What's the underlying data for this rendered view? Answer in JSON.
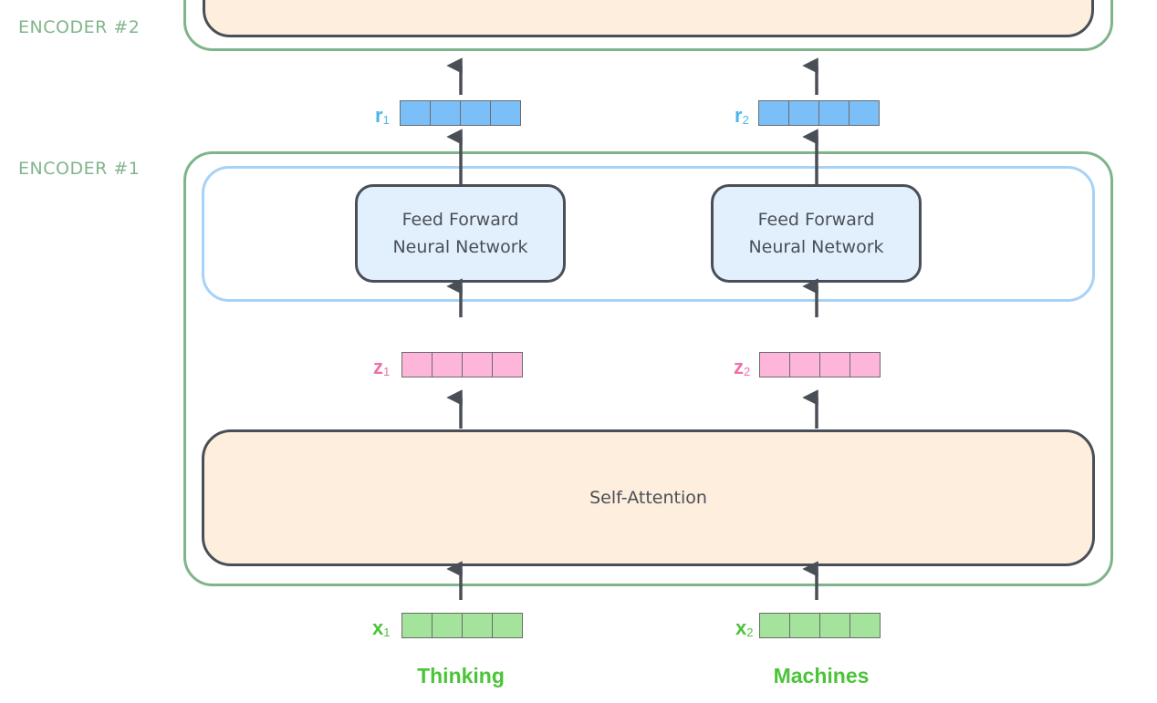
{
  "encoders": [
    {
      "label": "ENCODER #2"
    },
    {
      "label": "ENCODER #1"
    }
  ],
  "ffn_label_line1": "Feed Forward",
  "ffn_label_line2": "Neural Network",
  "self_attention_label": "Self-Attention",
  "vectors": {
    "r": {
      "letter": "r",
      "color": "#4cb6e8",
      "fill": "#7bbff9"
    },
    "z": {
      "letter": "z",
      "color": "#ef6fa8",
      "fill": "#fdb6da"
    },
    "x": {
      "letter": "x",
      "color": "#4cc43a",
      "fill": "#a3e39c"
    }
  },
  "positions": [
    {
      "index": "1",
      "word": "Thinking"
    },
    {
      "index": "2",
      "word": "Machines"
    }
  ],
  "colors": {
    "encoder_border": "#7fb48b",
    "ffn_group_border": "#a8d2f5",
    "box_border": "#4a4f57"
  }
}
